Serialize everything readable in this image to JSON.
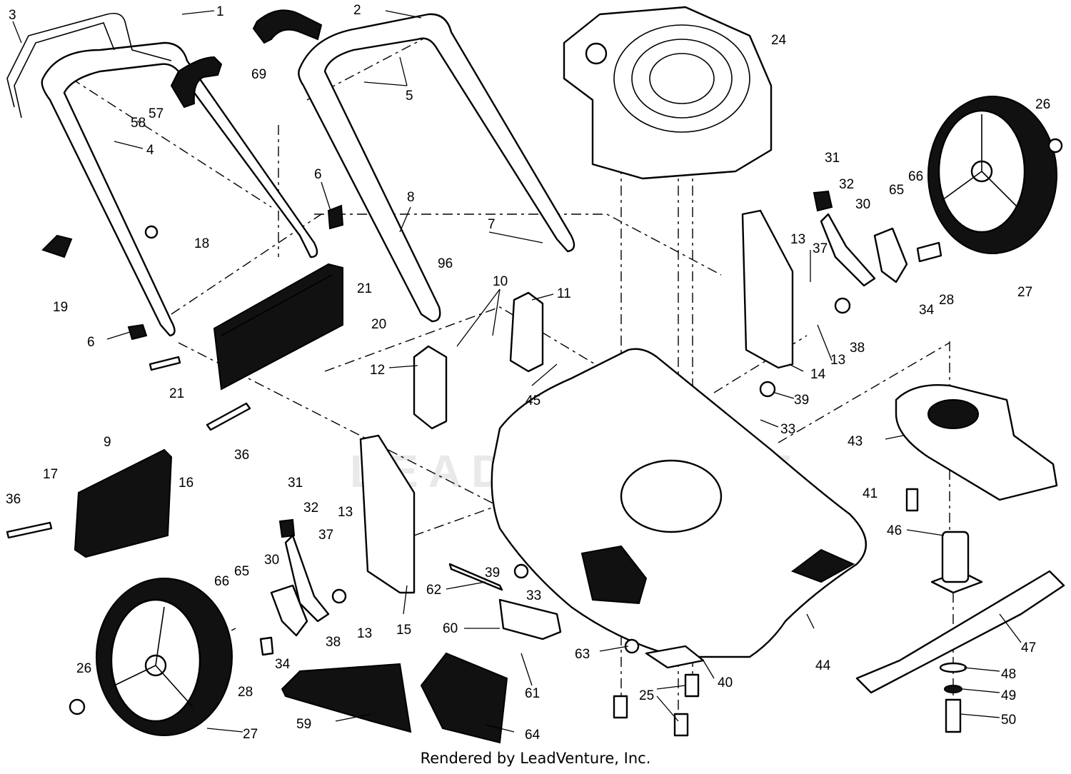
{
  "watermark": "LEADVENTURE",
  "footer": "Rendered by LeadVenture, Inc.",
  "callouts": [
    "1",
    "2",
    "3",
    "4",
    "5",
    "6",
    "6",
    "7",
    "8",
    "9",
    "10",
    "11",
    "12",
    "13",
    "13",
    "13",
    "13",
    "14",
    "15",
    "16",
    "17",
    "18",
    "19",
    "20",
    "21",
    "21",
    "24",
    "25",
    "26",
    "26",
    "27",
    "27",
    "28",
    "28",
    "30",
    "30",
    "31",
    "31",
    "32",
    "32",
    "33",
    "33",
    "34",
    "34",
    "36",
    "36",
    "37",
    "37",
    "38",
    "38",
    "39",
    "39",
    "40",
    "41",
    "43",
    "44",
    "45",
    "46",
    "47",
    "48",
    "49",
    "50",
    "57",
    "58",
    "59",
    "60",
    "61",
    "62",
    "63",
    "64",
    "65",
    "65",
    "66",
    "66",
    "69",
    "96"
  ]
}
